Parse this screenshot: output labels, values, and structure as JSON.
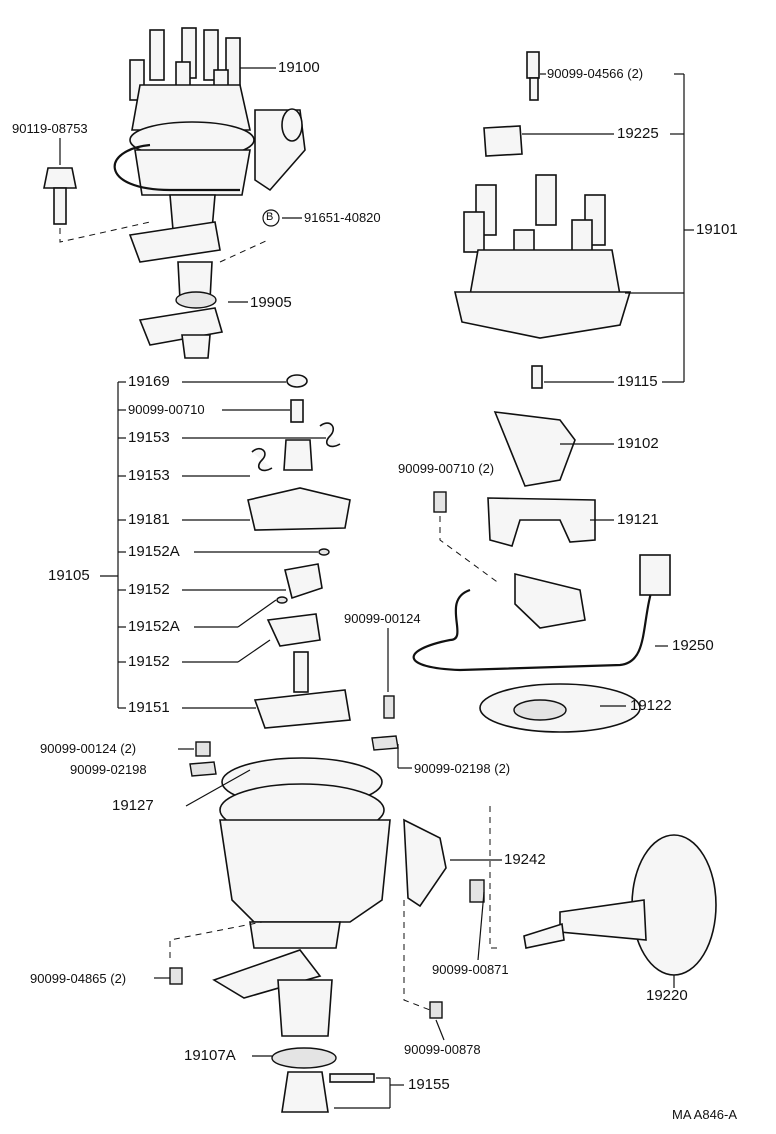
{
  "labels": {
    "p19100": "19100",
    "p90119_08753": "90119-08753",
    "p91651_40820": "91651-40820",
    "p19905": "19905",
    "p90099_04566": "90099-04566 (2)",
    "p19225": "19225",
    "p19101": "19101",
    "p19115": "19115",
    "p19169": "19169",
    "p90099_00710a": "90099-00710",
    "p19153a": "19153",
    "p19153b": "19153",
    "p19181": "19181",
    "p19152Aa": "19152A",
    "p19105": "19105",
    "p19152a": "19152",
    "p19152Ab": "19152A",
    "p19152b": "19152",
    "p19151": "19151",
    "p19102": "19102",
    "p90099_00710b": "90099-00710 (2)",
    "p19121": "19121",
    "p19250": "19250",
    "p90099_00124a": "90099-00124",
    "p19122": "19122",
    "p90099_00124b": "90099-00124 (2)",
    "p90099_02198a": "90099-02198",
    "p90099_02198b": "90099-02198 (2)",
    "p19127": "19127",
    "p19242": "19242",
    "p90099_00871": "90099-00871",
    "p90099_04865": "90099-04865 (2)",
    "p19220": "19220",
    "p90099_00878": "90099-00878",
    "p19107A": "19107A",
    "p19155": "19155",
    "circle_mark": "B",
    "drawing_code": "MA A846-A"
  }
}
